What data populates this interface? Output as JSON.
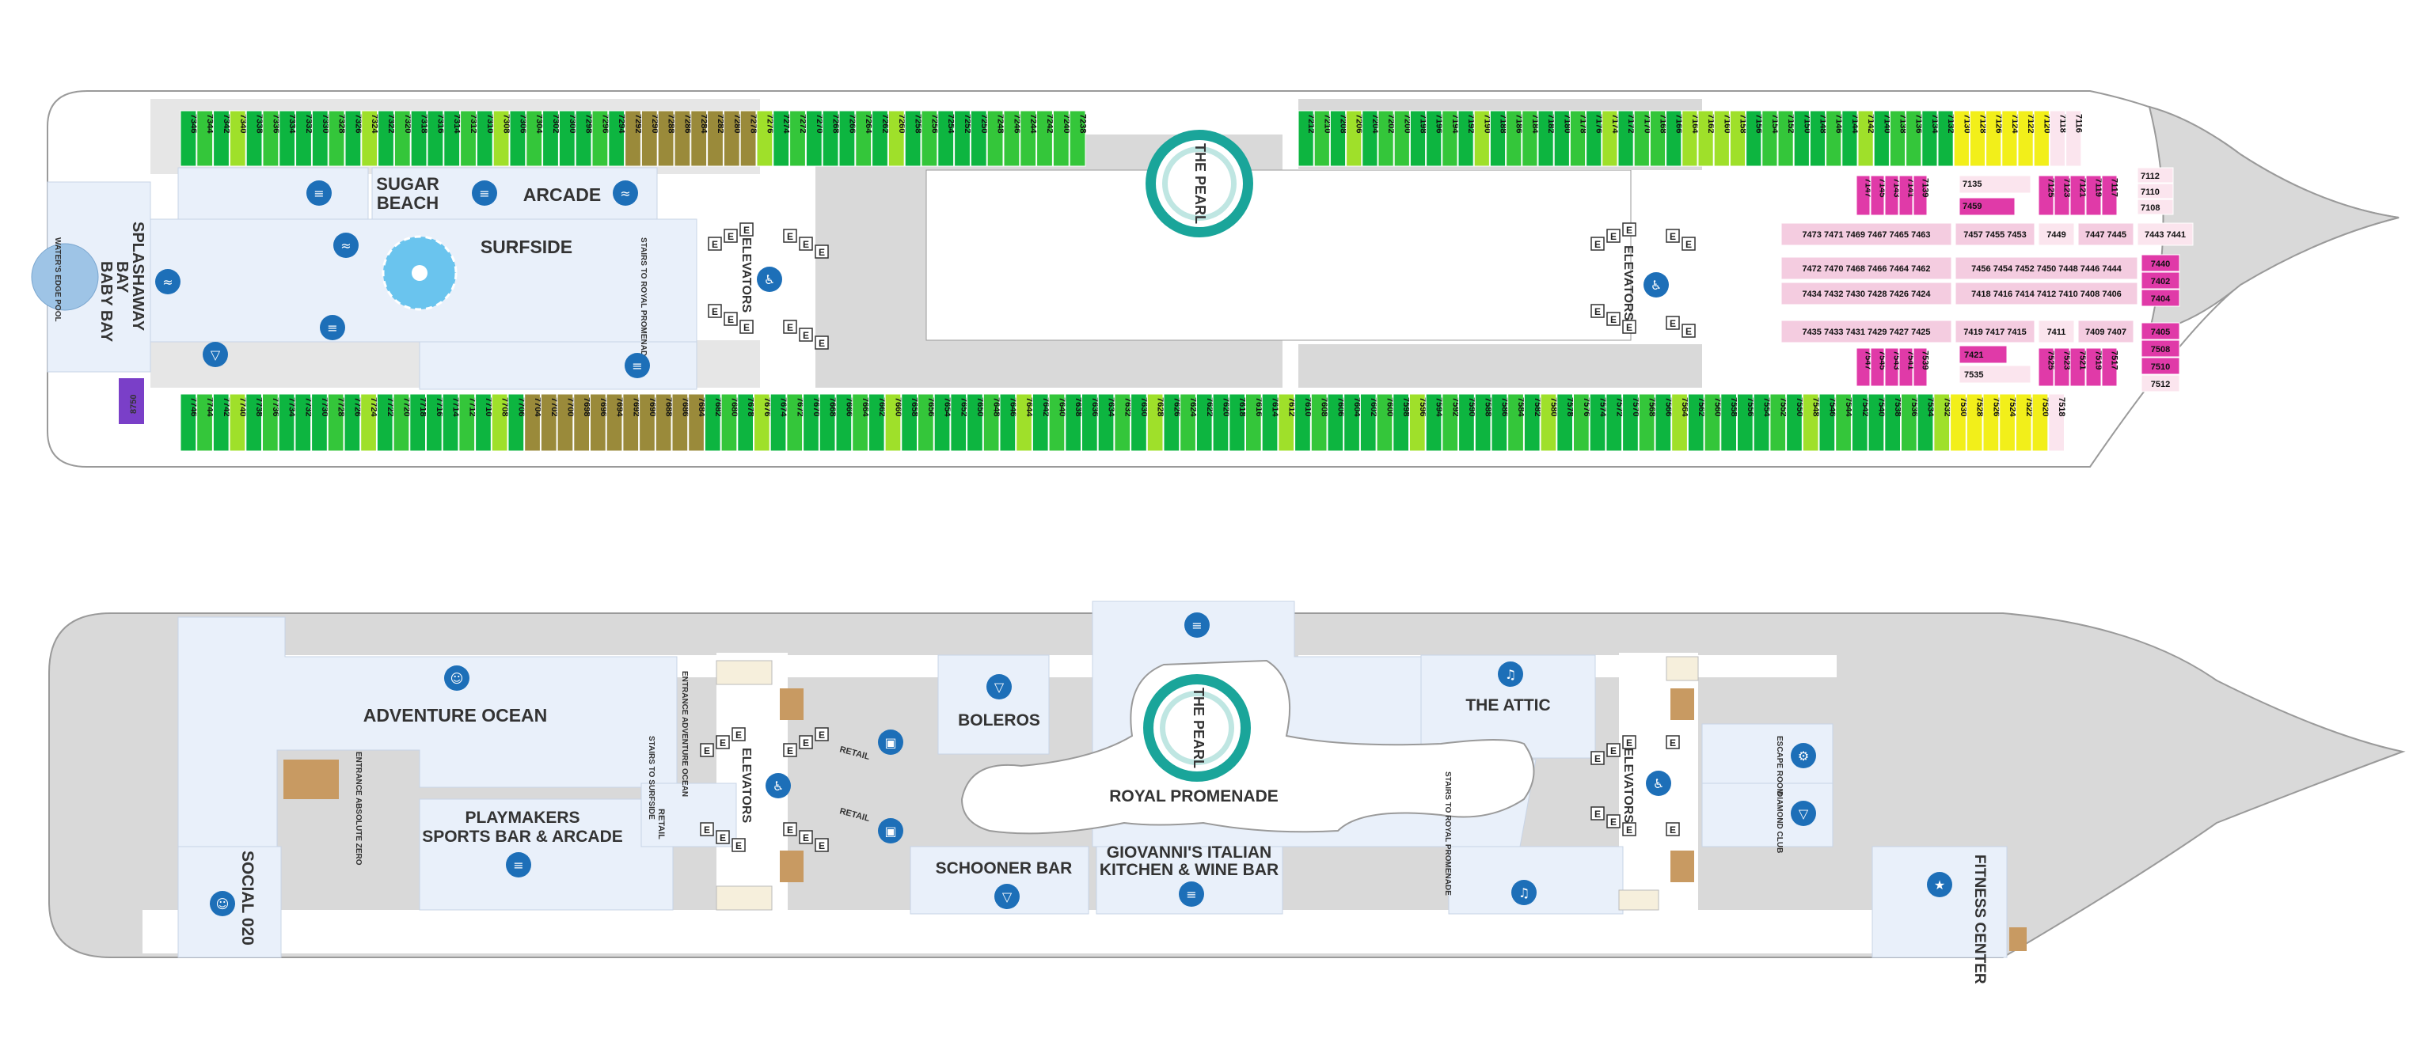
{
  "colors": {
    "hull": "#d9d9d9",
    "hull_stroke": "#9a9a9a",
    "venue": "#e9f0fa",
    "pearl_teal": "#1aa59a",
    "icon_blue": "#1d6fb8",
    "green_dark": "#0db540",
    "green_mid": "#34c63a",
    "green_light": "#9fe02a",
    "olive": "#9a8a3a",
    "yellow": "#f2ef1a",
    "pink_light": "#f4cce0",
    "pink_mid": "#ee8fc6",
    "magenta": "#e03aa8",
    "pale_pink": "#fbe5ee",
    "purple": "#7a3fc8"
  },
  "deck7": {
    "labels": {
      "sugar_beach": "SUGAR BEACH",
      "arcade": "ARCADE",
      "surfside": "SURFSIDE",
      "splashaway_bay": "SPLASHAWAY BAY",
      "baby_bay": "BABY BAY",
      "water_edge_pool": "WATER'S EDGE POOL",
      "stairs_royal_promenade": "STAIRS TO ROYAL PROMENADE",
      "elevators_fwd": "ELEVATORS",
      "elevators_aft": "ELEVATORS",
      "the_pearl": "THE PEARL",
      "purple_cabin": "8750"
    },
    "top_row_aft": [
      "7346",
      "7344",
      "7342",
      "7340",
      "7338",
      "7336",
      "7334",
      "7332",
      "7330",
      "7328",
      "7326",
      "7324",
      "7322",
      "7320",
      "7318",
      "7316",
      "7314",
      "7312",
      "7310",
      "7308",
      "7306",
      "7304",
      "7302",
      "7300",
      "7298",
      "7296",
      "7294",
      "7292",
      "7290",
      "7288",
      "7286",
      "7284",
      "7282",
      "7280",
      "7278",
      "7276",
      "7274",
      "7272",
      "7270",
      "7268",
      "7266",
      "7264",
      "7262",
      "7260",
      "7258",
      "7256",
      "7254",
      "7252",
      "7250",
      "7248",
      "7246",
      "7244",
      "7242",
      "7240",
      "7238"
    ],
    "top_row_fwd": [
      "7212",
      "7210",
      "7208",
      "7206",
      "7204",
      "7202",
      "7200",
      "7198",
      "7196",
      "7194",
      "7192",
      "7190",
      "7188",
      "7186",
      "7184",
      "7182",
      "7180",
      "7178",
      "7176",
      "7174",
      "7172",
      "7170",
      "7168",
      "7166",
      "7164",
      "7162",
      "7160",
      "7158",
      "7156",
      "7154",
      "7152",
      "7150",
      "7148",
      "7146",
      "7144",
      "7142",
      "7140",
      "7138",
      "7136",
      "7134",
      "7132",
      "7130",
      "7128",
      "7126",
      "7124",
      "7122",
      "7120",
      "7118",
      "7116"
    ],
    "bottom_row_aft": [
      "7746",
      "7744",
      "7742",
      "7740",
      "7738",
      "7736",
      "7734",
      "7732",
      "7730",
      "7728",
      "7726",
      "7724",
      "7722",
      "7720",
      "7718",
      "7716",
      "7714",
      "7712",
      "7710",
      "7708",
      "7706",
      "7704",
      "7702",
      "7700",
      "7698",
      "7696",
      "7694",
      "7692",
      "7690",
      "7688",
      "7686",
      "7684",
      "7682",
      "7680",
      "7678",
      "7676",
      "7674",
      "7672",
      "7670",
      "7668",
      "7666",
      "7664",
      "7662",
      "7660",
      "7658",
      "7656",
      "7654",
      "7652",
      "7650",
      "7648",
      "7646",
      "7644",
      "7642",
      "7640",
      "7638",
      "7636",
      "7634",
      "7632",
      "7630",
      "7628",
      "7626",
      "7624",
      "7622",
      "7620",
      "7618",
      "7616",
      "7614",
      "7612",
      "7610",
      "7608",
      "7606",
      "7604",
      "7602",
      "7600",
      "7598",
      "7596",
      "7594",
      "7592",
      "7590",
      "7588",
      "7586",
      "7584",
      "7582",
      "7580",
      "7578",
      "7576",
      "7574",
      "7572",
      "7570",
      "7568",
      "7566",
      "7564",
      "7562",
      "7560",
      "7558",
      "7556",
      "7554",
      "7552",
      "7550",
      "7548",
      "7546",
      "7544",
      "7542",
      "7540",
      "7538",
      "7536",
      "7534",
      "7532",
      "7530",
      "7528",
      "7526",
      "7524",
      "7522",
      "7520",
      "7518"
    ],
    "interior_top": [
      "7147",
      "7145",
      "7143",
      "7141",
      "7139",
      "7125",
      "7123",
      "7121",
      "7119",
      "7117",
      "7135",
      "7459",
      "7112",
      "7110",
      "7108"
    ],
    "interior_rows": [
      "7473 7471 7469 7467 7465 7463",
      "7457 7455 7453",
      "7449",
      "7447 7445",
      "7443 7441",
      "7472 7470 7468 7466 7464 7462",
      "7456 7454 7452 7450 7448 7446 7444",
      "7434 7432 7430 7428 7426 7424",
      "7418 7416 7414 7412 7410 7408 7406",
      "7435 7433 7431 7429 7427 7425",
      "7419 7417 7415",
      "7411",
      "7409 7407"
    ],
    "interior_right": [
      "7440",
      "7402",
      "7404",
      "7405",
      "7508",
      "7510",
      "7512"
    ],
    "interior_bottom": [
      "7547",
      "7545",
      "7543",
      "7541",
      "7539",
      "7525",
      "7523",
      "7521",
      "7519",
      "7517",
      "7421",
      "7535"
    ]
  },
  "deck5": {
    "labels": {
      "adventure_ocean": "ADVENTURE OCEAN",
      "entrance_adventure_ocean": "ENTRANCE ADVENTURE OCEAN",
      "entrance_absolute_zero": "ENTRANCE ABSOLUTE ZERO",
      "stairs_to_surfside": "STAIRS TO SURFSIDE",
      "playmakers": "PLAYMAKERS SPORTS BAR & ARCADE",
      "playmakers_l1": "PLAYMAKERS",
      "playmakers_l2": "SPORTS BAR & ARCADE",
      "retail_1": "RETAIL",
      "retail_2": "RETAIL",
      "retail_3": "RETAIL",
      "elevators_fwd": "ELEVATORS",
      "elevators_aft": "ELEVATORS",
      "boleros": "BOLEROS",
      "the_pearl": "THE PEARL",
      "royal_promenade": "ROYAL PROMENADE",
      "schooner_bar": "SCHOONER BAR",
      "giovannis_l1": "GIOVANNI'S ITALIAN",
      "giovannis_l2": "KITCHEN & WINE BAR",
      "the_attic": "THE ATTIC",
      "stairs_royal_promenade": "STAIRS TO ROYAL PROMENADE",
      "escape_room": "ESCAPE ROOM",
      "diamond_club": "DIAMOND CLUB",
      "fitness_center": "FITNESS CENTER",
      "social_020": "SOCIAL 020"
    }
  }
}
